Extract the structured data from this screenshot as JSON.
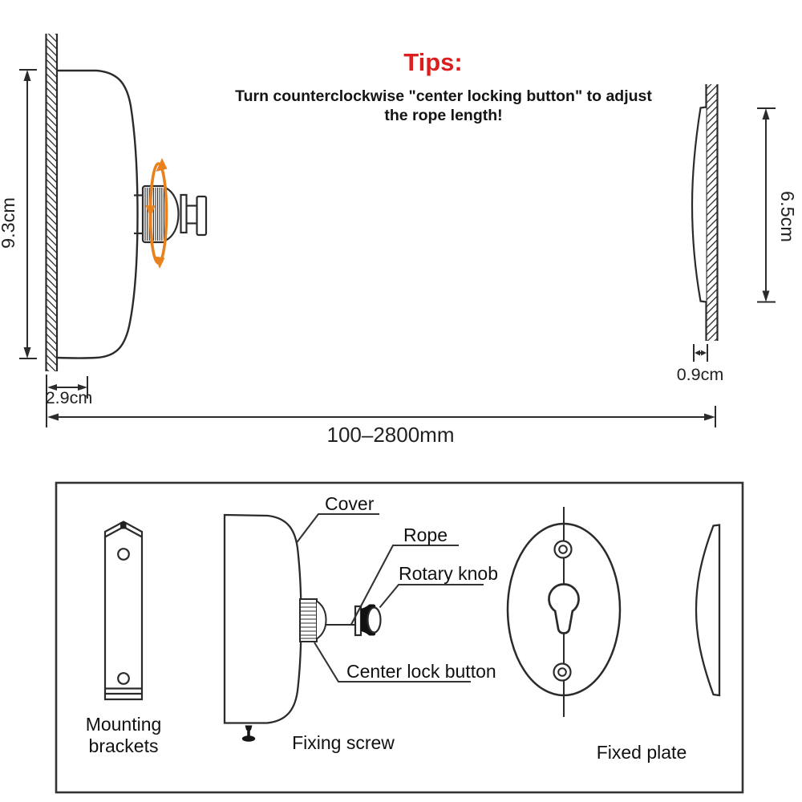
{
  "tips": {
    "title": "Tips:",
    "line1": "Turn counterclockwise \"center locking button\" to adjust",
    "line2": "the rope length!"
  },
  "dimensions": {
    "height_left": "9.3cm",
    "depth_left": "2.9cm",
    "span": "100–2800mm",
    "height_right": "6.5cm",
    "depth_right": "0.9cm"
  },
  "parts": {
    "cover": "Cover",
    "rope": "Rope",
    "rotary_knob": "Rotary knob",
    "center_lock_button": "Center lock button",
    "mounting_line1": "Mounting",
    "mounting_line2": "brackets",
    "fixing_screw": "Fixing screw",
    "fixed_plate": "Fixed plate"
  },
  "colors": {
    "tips_red": "#dd1e1e",
    "rotation_arrow_orange": "#e8821e",
    "line_dark": "#2b2b2b"
  }
}
